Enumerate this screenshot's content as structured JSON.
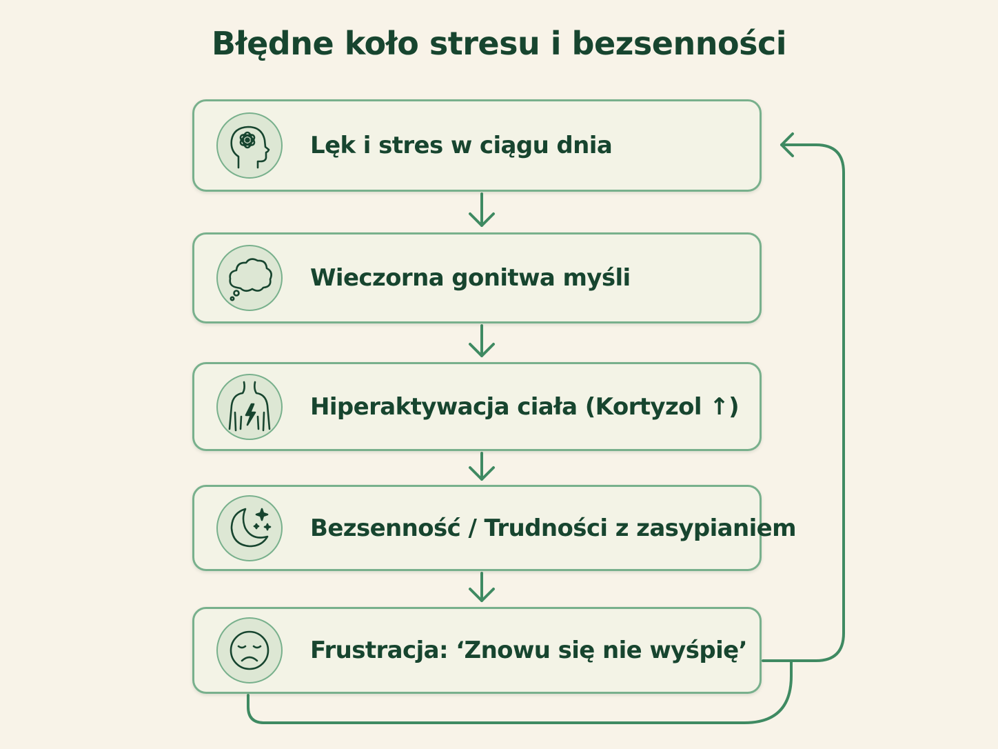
{
  "title": "Błędne koło stresu i bezsenności",
  "steps": [
    {
      "label": "Lęk i stres w ciągu dnia",
      "icon": "head-brain-icon"
    },
    {
      "label": "Wieczorna gonitwa myśli",
      "icon": "thought-bubble-icon"
    },
    {
      "label": "Hiperaktywacja ciała (Kortyzol ↑)",
      "icon": "body-energy-icon"
    },
    {
      "label": "Bezsenność / Trudności z zasypianiem",
      "icon": "moon-stars-icon"
    },
    {
      "label": "Frustracja: ‘Znowu się nie wyśpię’",
      "icon": "sad-face-icon"
    }
  ],
  "colors": {
    "background": "#f8f3e8",
    "box_fill": "#f3f3e6",
    "box_border": "#78b08c",
    "arrow": "#3f8a62",
    "text": "#17452f",
    "icon_fill": "#dde7d4"
  }
}
